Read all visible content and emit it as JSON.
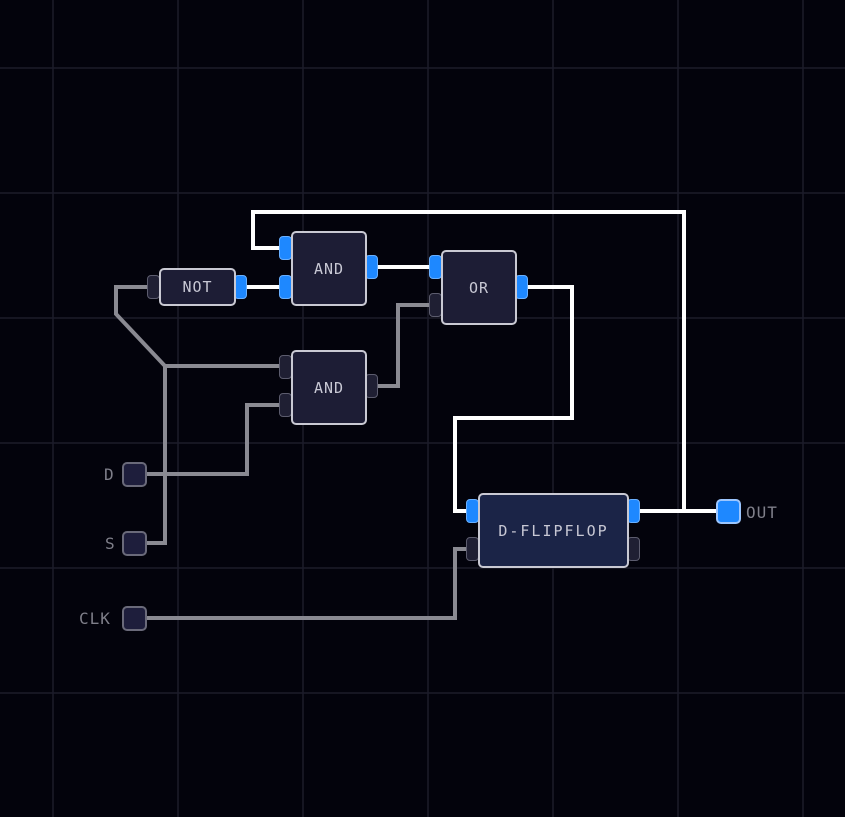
{
  "canvas": {
    "background": "#03030c",
    "grid_color": "#1c1c2a"
  },
  "colors": {
    "active_port": "#1e88ff",
    "wire_high": "#ffffff",
    "wire_low": "#8a8a92",
    "gate_fill": "#1d1d35",
    "flipflop_fill": "#1b2447"
  },
  "inputs": [
    {
      "id": "D",
      "label": "D",
      "state": "low"
    },
    {
      "id": "S",
      "label": "S",
      "state": "low"
    },
    {
      "id": "CLK",
      "label": "CLK",
      "state": "low"
    }
  ],
  "outputs": [
    {
      "id": "OUT",
      "label": "OUT",
      "state": "high"
    }
  ],
  "gates": [
    {
      "id": "not1",
      "label": "NOT",
      "inputs": [
        "low"
      ],
      "outputs": [
        "high"
      ]
    },
    {
      "id": "and1",
      "label": "AND",
      "inputs": [
        "high",
        "high"
      ],
      "outputs": [
        "high"
      ]
    },
    {
      "id": "or1",
      "label": "OR",
      "inputs": [
        "high",
        "low"
      ],
      "outputs": [
        "high"
      ]
    },
    {
      "id": "and2",
      "label": "AND",
      "inputs": [
        "low",
        "low"
      ],
      "outputs": [
        "low"
      ]
    },
    {
      "id": "dff1",
      "label": "D-FLIPFLOP",
      "inputs": [
        "high",
        "low"
      ],
      "outputs": [
        "high",
        "low"
      ]
    }
  ],
  "wires": [
    {
      "from": "S",
      "to": "not1.in0",
      "state": "low"
    },
    {
      "from": "S",
      "to": "and2.in0",
      "state": "low"
    },
    {
      "from": "D",
      "to": "and2.in1",
      "state": "low"
    },
    {
      "from": "not1.out0",
      "to": "and1.in1",
      "state": "high"
    },
    {
      "from": "dff1.out0",
      "to": "and1.in0",
      "state": "high"
    },
    {
      "from": "and1.out0",
      "to": "or1.in0",
      "state": "high"
    },
    {
      "from": "and2.out0",
      "to": "or1.in1",
      "state": "low"
    },
    {
      "from": "or1.out0",
      "to": "dff1.in0",
      "state": "high"
    },
    {
      "from": "CLK",
      "to": "dff1.in1",
      "state": "low"
    },
    {
      "from": "dff1.out0",
      "to": "OUT",
      "state": "high"
    }
  ]
}
